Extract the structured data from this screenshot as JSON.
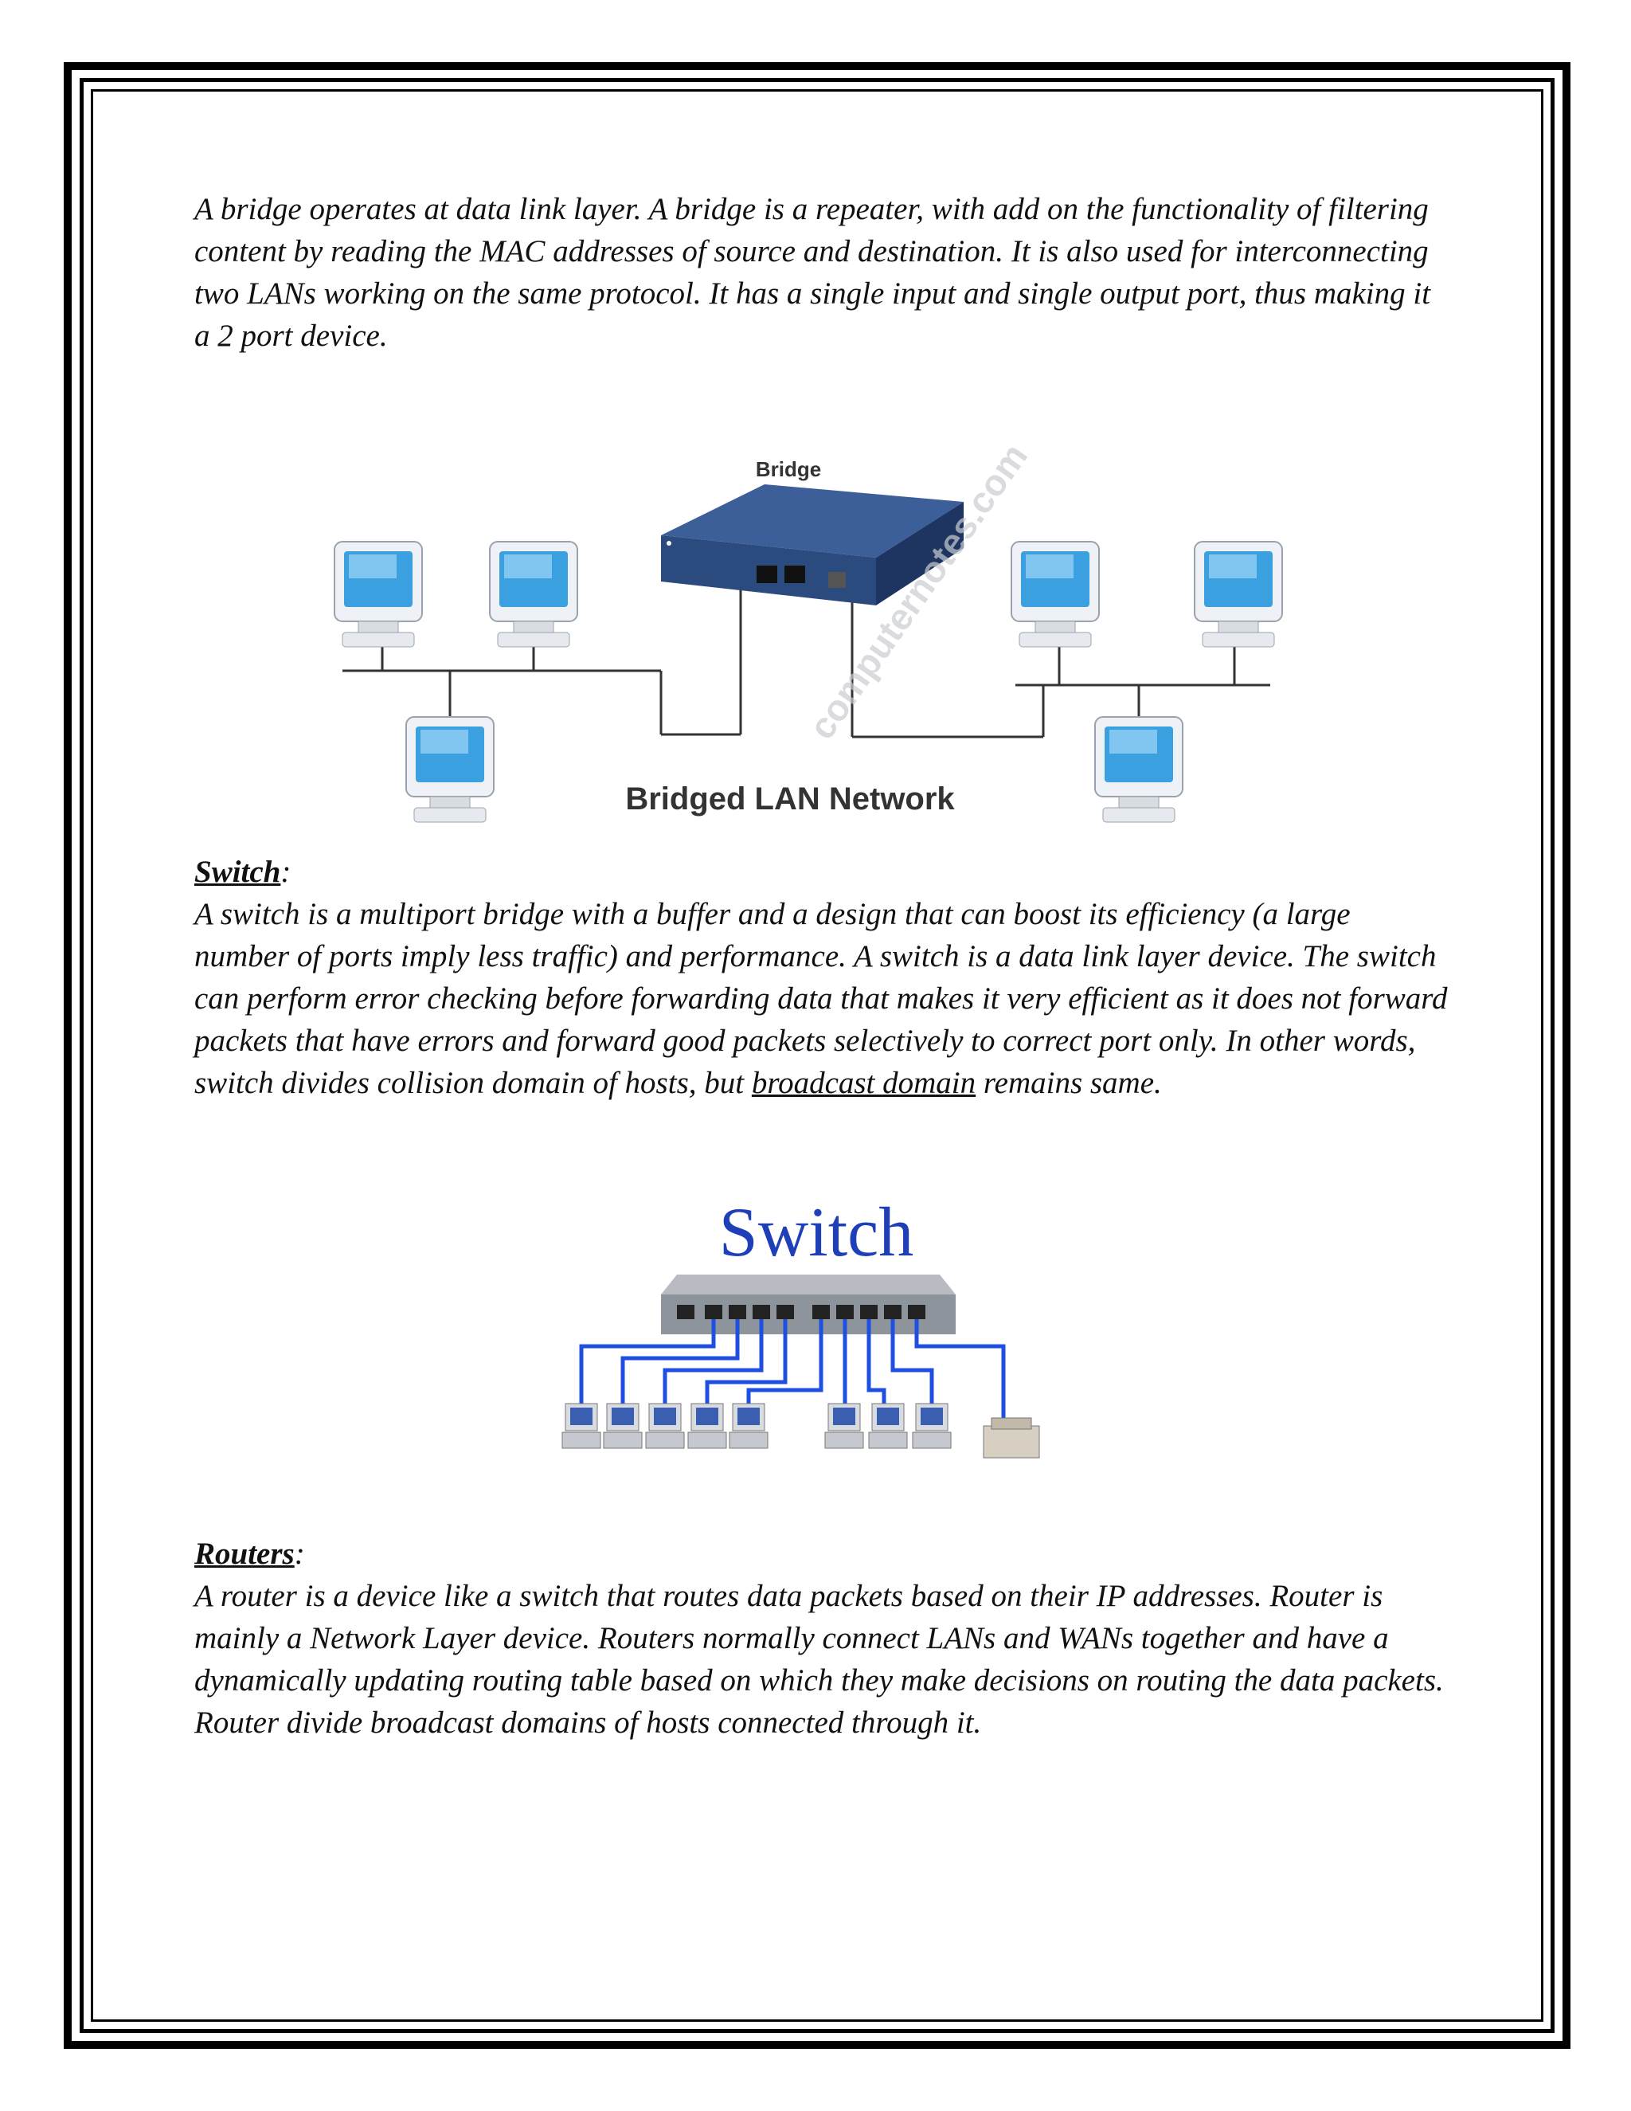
{
  "bridge_paragraph": " A bridge operates at data link layer. A bridge is a repeater, with add on the functionality of filtering content by reading the MAC addresses of source and destination. It is also used for interconnecting two LANs working on the same protocol. It has a single input and single output port, thus making it a 2 port device.",
  "bridge_figure": {
    "device_label": "Bridge",
    "caption": "Bridged LAN Network",
    "watermark": "computernotes.com"
  },
  "switch_section": {
    "heading": "Switch",
    "heading_suffix": ":",
    "paragraph_part1": " A switch is a multiport bridge with a buffer and a design that can boost its efficiency (a large number of ports imply less traffic) and performance. A switch is a data link layer device. The switch can perform error checking before forwarding data that makes it very efficient as it does not forward packets that have errors and forward good packets selectively to correct port only.  In other words, switch divides collision domain of hosts, but ",
    "paragraph_link": "broadcast domain",
    "paragraph_part2": " remains same."
  },
  "switch_figure": {
    "title": "Switch"
  },
  "routers_section": {
    "heading": "Routers",
    "heading_suffix": ":",
    "paragraph": " A router is a device like a switch that routes data packets based on their IP addresses. Router is mainly a Network Layer device. Routers normally connect LANs and WANs together and have a dynamically updating routing table based on which they make decisions on routing the data packets. Router divide broadcast domains of hosts connected through it."
  },
  "colors": {
    "bridge_body": "#2b4a7e",
    "switch_title": "#1f3fb8",
    "switch_cables": "#1f4fe0",
    "monitor_screen": "#3aa0e0"
  }
}
